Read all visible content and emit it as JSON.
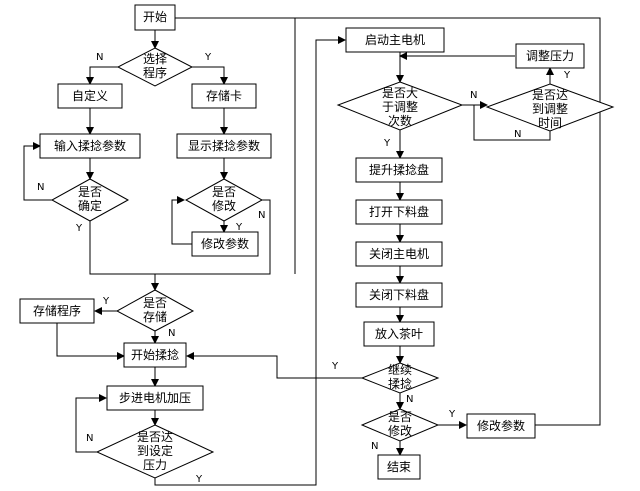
{
  "nodes": {
    "start": "开始",
    "choose": [
      "选择",
      "程序"
    ],
    "custom": "自定义",
    "card": "存储卡",
    "input_params": "输入揉捻参数",
    "show_params": "显示揉捻参数",
    "confirm": [
      "是否",
      "确定"
    ],
    "modify_q": [
      "是否",
      "修改"
    ],
    "modify_params": "修改参数",
    "save_q": [
      "是否",
      "存储"
    ],
    "save_program": "存储程序",
    "start_rolling": "开始揉捻",
    "stepper_press": "步进电机加压",
    "reach_pressure": [
      "是否达",
      "到设定",
      "压力"
    ],
    "start_motor": "启动主电机",
    "more_than_adjust": [
      "是否大",
      "于调整",
      "次数"
    ],
    "adjust_time": [
      "是否达",
      "到调整",
      "时间"
    ],
    "adjust_pressure": "调整压力",
    "lift_disk": "提升揉捻盘",
    "open_hopper": "打开下料盘",
    "close_motor": "关闭主电机",
    "close_hopper": "关闭下料盘",
    "add_tea": "放入茶叶",
    "continue_q": [
      "继续",
      "揉捻"
    ],
    "modify_q2": [
      "是否",
      "修改"
    ],
    "modify_params2": "修改参数",
    "end": "结束"
  },
  "labels": {
    "yes": "Y",
    "no": "N"
  }
}
